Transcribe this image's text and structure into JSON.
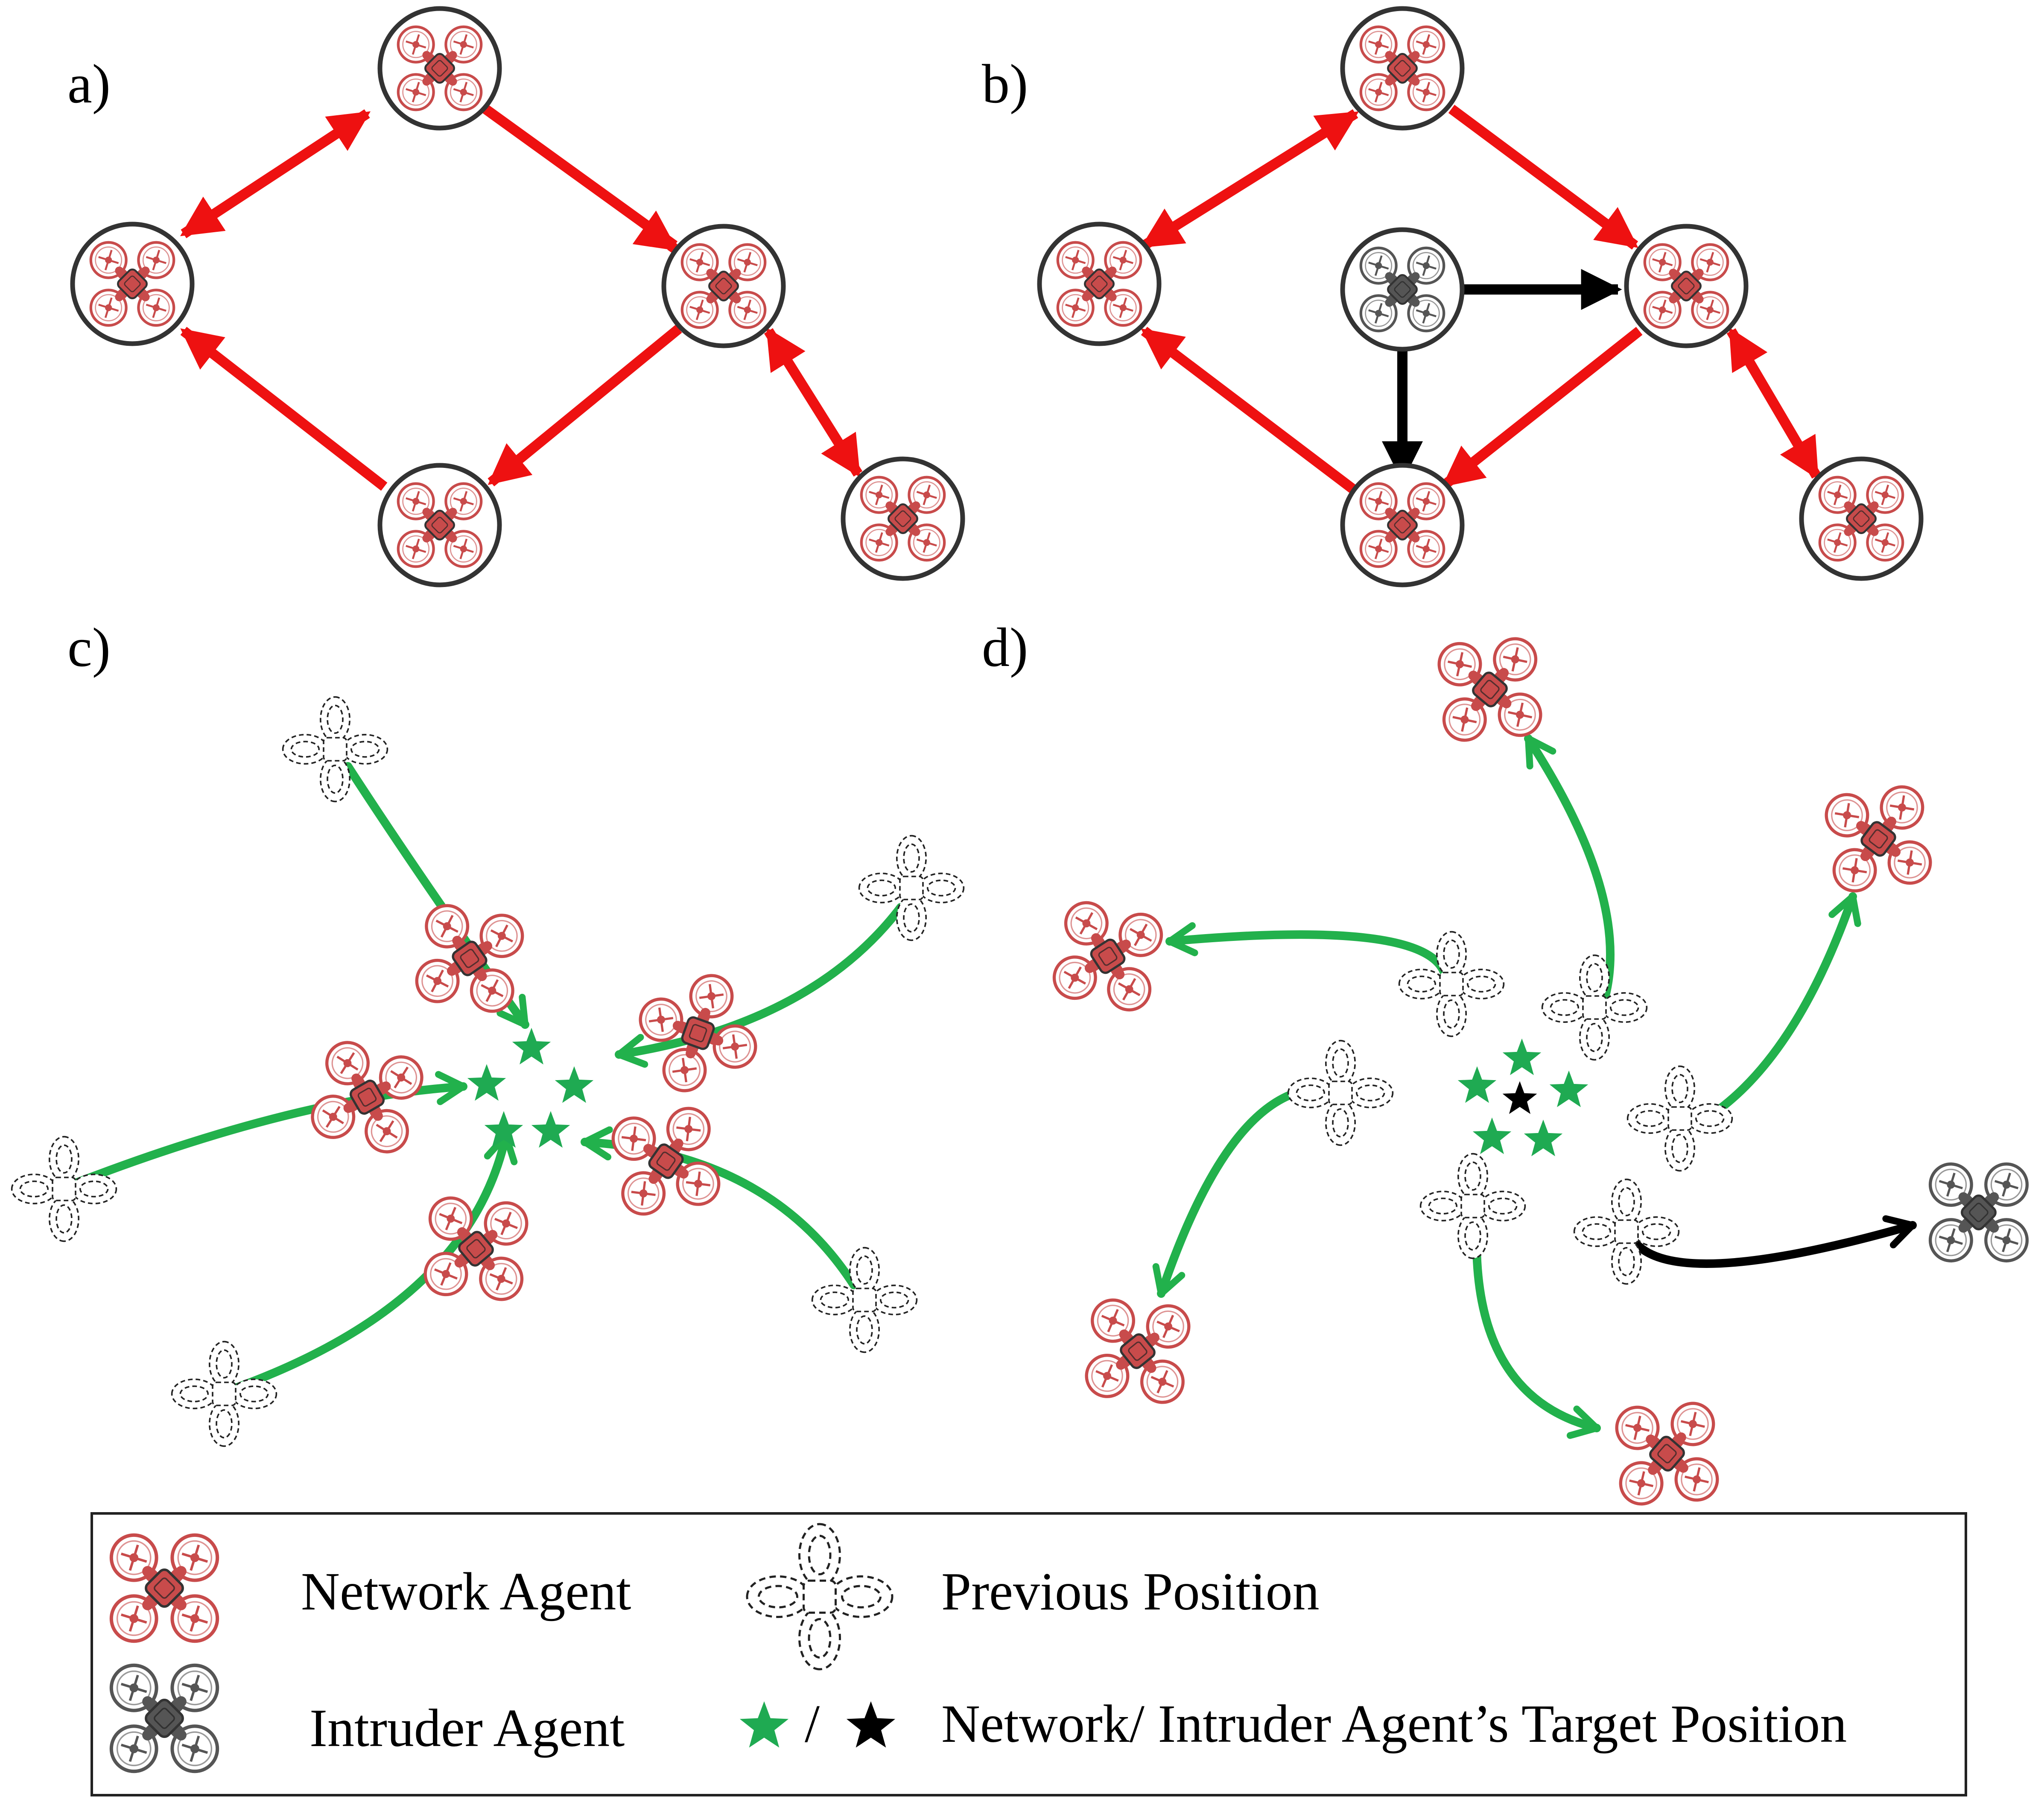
{
  "panels": {
    "a": {
      "label": "a)"
    },
    "b": {
      "label": "b)"
    },
    "c": {
      "label": "c)"
    },
    "d": {
      "label": "d)"
    }
  },
  "legend": {
    "network_agent": "Network Agent",
    "intruder_agent": "Intruder Agent",
    "previous_position": "Previous Position",
    "target_separator": "/",
    "target_position": "Network/ Intruder Agent’s Target Position"
  },
  "colors": {
    "network_agent": "#c84b4b",
    "intruder_agent": "#555555",
    "link_network": "#ee1111",
    "link_intruder": "#000000",
    "trajectory": "#22b14c",
    "target_network": "#1faa52",
    "target_intruder": "#000000"
  },
  "icons": {
    "network_agent": "quadcopter-icon",
    "intruder_agent": "quadcopter-icon",
    "previous_position": "dashed-quadcopter-icon",
    "target": "star-icon"
  }
}
